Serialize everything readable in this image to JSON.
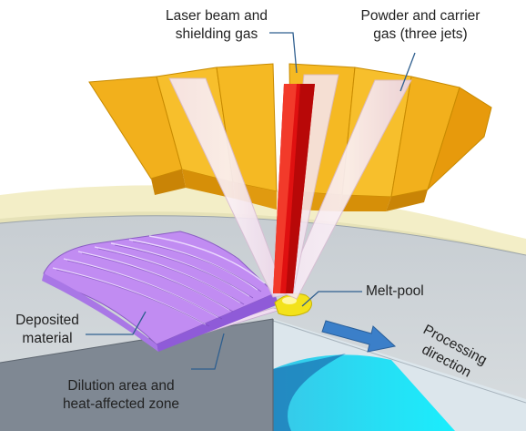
{
  "labels": {
    "laser_beam_line1": "Laser beam and",
    "laser_beam_line2": "shielding gas",
    "powder_line1": "Powder and carrier",
    "powder_line2": "gas (three jets)",
    "deposited_line1": "Deposited",
    "deposited_line2": "material",
    "dilution_line1": "Dilution area and",
    "dilution_line2": "heat-affected zone",
    "melt_pool": "Melt-pool",
    "processing_line1": "Processing",
    "processing_line2": "direction"
  },
  "colors": {
    "nozzle_yellow": "#f4b21e",
    "laser_red": "#e01010",
    "powder_jet": "#f3dff0",
    "deposit_purple": "#b77bec",
    "melt_pool_yellow": "#f3e21a",
    "substrate_gray": "#808a96",
    "cut_cyan": "#14d8f4",
    "arrow_blue": "#3b7fc9",
    "leader_line": "#2f5f8f"
  }
}
